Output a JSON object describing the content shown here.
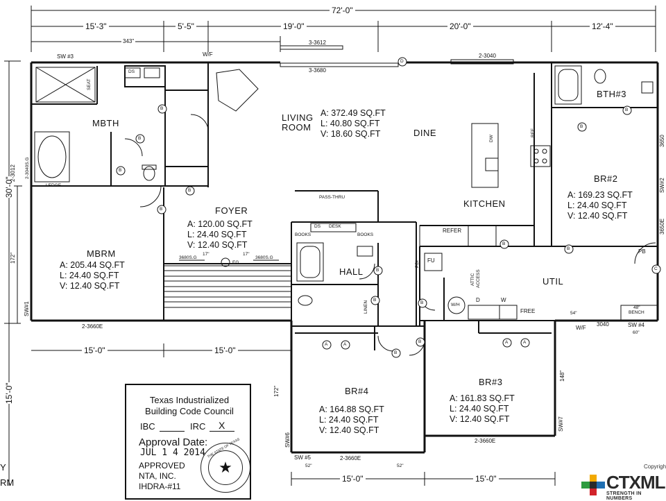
{
  "dimensions": {
    "overall": "72'-0\"",
    "top": [
      "15'-3\"",
      "5'-5\"",
      "19'-0\"",
      "20'-0\"",
      "12'-4\""
    ],
    "sub_top": "343\"",
    "left_overall": "30'-0\"",
    "left_lower": "15'-0\"",
    "left_172": "172\"",
    "mid_left": [
      "15'-0\"",
      "15'-0\""
    ],
    "bottom": [
      "15'-0\"",
      "15'-0\""
    ],
    "br4_172": "172\"",
    "br3_148": "148\"",
    "foyer_17a": "17\"",
    "foyer_17b": "17\"",
    "bottom_52a": "52\"",
    "bottom_52b": "52\"",
    "util_54": "54\"",
    "util_60": "60\"",
    "bench_48": "48\""
  },
  "rooms": {
    "mbth": "MBTH",
    "living": [
      "LIVING",
      "ROOM"
    ],
    "living_spec": [
      "A: 372.49 SQ.FT",
      "L: 40.80 SQ.FT",
      "V: 18.60 SQ.FT"
    ],
    "dine": "DINE",
    "kitchen": "KITCHEN",
    "bth3": "BTH#3",
    "br2": "BR#2",
    "br2_spec": [
      "A: 169.23 SQ.FT",
      "L: 24.40 SQ.FT",
      "V: 12.40 SQ.FT"
    ],
    "foyer": "FOYER",
    "foyer_spec": [
      "A: 120.00 SQ.FT",
      "L: 24.40 SQ.FT",
      "V: 12.40 SQ.FT"
    ],
    "mbrm": "MBRM",
    "mbrm_spec": [
      "A: 205.44 SQ.FT",
      "L: 24.40 SQ.FT",
      "V: 12.40 SQ.FT"
    ],
    "hall": "HALL",
    "util": "UTIL",
    "br4": "BR#4",
    "br4_spec": [
      "A: 164.88 SQ.FT",
      "L: 24.40 SQ.FT",
      "V: 12.40 SQ.FT"
    ],
    "br3": "BR#3",
    "br3_spec": [
      "A: 161.83 SQ.FT",
      "L: 24.40 SQ.FT",
      "V: 12.40 SQ.FT"
    ]
  },
  "windows": {
    "w3612": "3-3612",
    "w3680": "3-3680",
    "w3040": "2-3040",
    "w3660_bl": "2-3660E",
    "w3660_br4": "2-3660E",
    "w3660_br3": "2-3660E",
    "w3012": "2-3012",
    "w3040sg": "2-3040S.G",
    "w3650": "3650",
    "w3650e": "3650E",
    "w3680sg_a": "3680S.G",
    "w3680sg_b": "3680S.G",
    "w3040_util": "3040",
    "wf_top": "W/F",
    "wf_util": "W/F"
  },
  "sw": [
    "SW #3",
    "SW#1",
    "SW #4",
    "SW#2",
    "SW#6",
    "SW #5",
    "SW#7"
  ],
  "fixtures": {
    "seat": "SEAT",
    "ds": "DS",
    "ledge": "LEDGE",
    "dw": "DW",
    "ref": "REF",
    "refer": "REFER",
    "pass_thru": "PASS-THRU",
    "books_a": "BOOKS",
    "books_b": "BOOKS",
    "ds_desk": "DS",
    "desk": "DESK",
    "linen": "LINEN",
    "fu": "FU",
    "pdi": "PDI",
    "wh": "W/H",
    "attic": [
      "ATTIC",
      "ACCESS"
    ],
    "d": "D",
    "w": "W",
    "free": "FREE",
    "pb": "PB",
    "bench": "BENCH",
    "eg": "EG",
    "tags": [
      "B",
      "A",
      "C",
      "D"
    ]
  },
  "stamp": {
    "line1": "Texas Industrialized",
    "line2": "Building Code Council",
    "ibc": "IBC",
    "irc": "IRC",
    "x": "X",
    "approval": "Approval Date:",
    "date": "JUL 1 4 2014",
    "approved": "APPROVED",
    "company": "NTA, INC.",
    "ihdra": "IHDRA-#11",
    "seal_text": "THE STATE OF TEXAS"
  },
  "edge_text": [
    "Y",
    "RM"
  ],
  "logo": {
    "name": "CTXML",
    "tag": "STRENGTH IN NUMBERS",
    "copyright": "Copyright",
    "colors": [
      "#f2a900",
      "#2e9c3f",
      "#1f6fb2",
      "#d2232a"
    ]
  }
}
